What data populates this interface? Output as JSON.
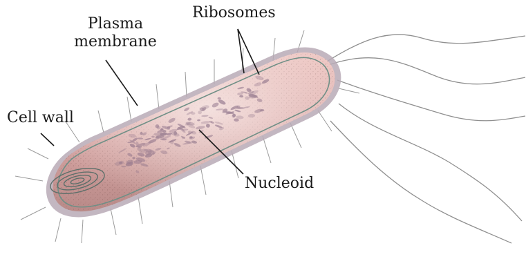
{
  "labels": {
    "plasma_membrane": [
      "Plasma",
      "membrane"
    ],
    "ribosomes": "Ribosomes",
    "cell_wall": "Cell wall",
    "nucleoid": "Nucleoid"
  },
  "colors": {
    "cell_wall_outer": "#b9aab6",
    "cell_body": "#dcaaa8",
    "cell_body_shadow": "#b98a88",
    "membrane_line": "#6f8f86",
    "nucleoid": "#8a6e86",
    "hair": "#9b9b9b",
    "flagella": "#8f8f8f",
    "leader": "#1a1a1a"
  },
  "icons": [
    "bacterium-illustration"
  ]
}
